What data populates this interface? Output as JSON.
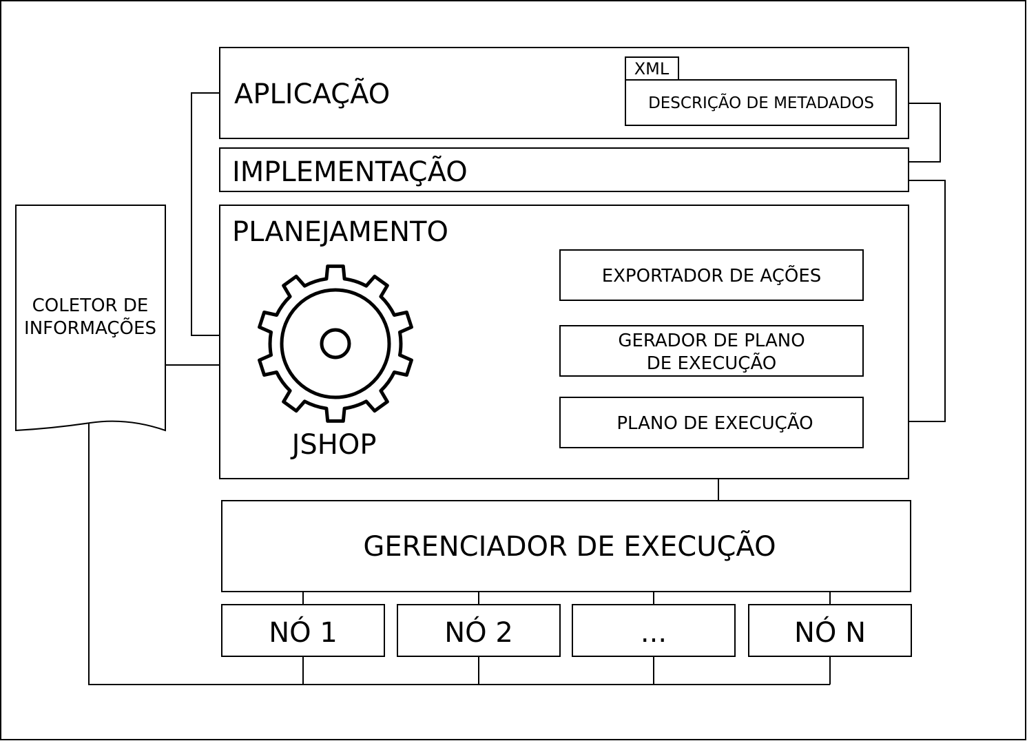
{
  "layers": {
    "application": "APLICAÇÃO",
    "xml_tab": "XML",
    "metadata": "DESCRIÇÃO DE METADADOS",
    "implementation": "IMPLEMENTAÇÃO",
    "planning": "PLANEJAMENTO",
    "planner": "JSHOP",
    "action_exporter": "EXPORTADOR DE AÇÕES",
    "plan_generator": [
      "GERADOR DE PLANO",
      "DE EXECUÇÃO"
    ],
    "execution_plan": "PLANO DE EXECUÇÃO",
    "execution_manager": "GERENCIADOR DE EXECUÇÃO"
  },
  "collector": [
    "COLETOR DE",
    "INFORMAÇÕES"
  ],
  "nodes": [
    "NÓ 1",
    "NÓ 2",
    "...",
    "NÓ N"
  ]
}
